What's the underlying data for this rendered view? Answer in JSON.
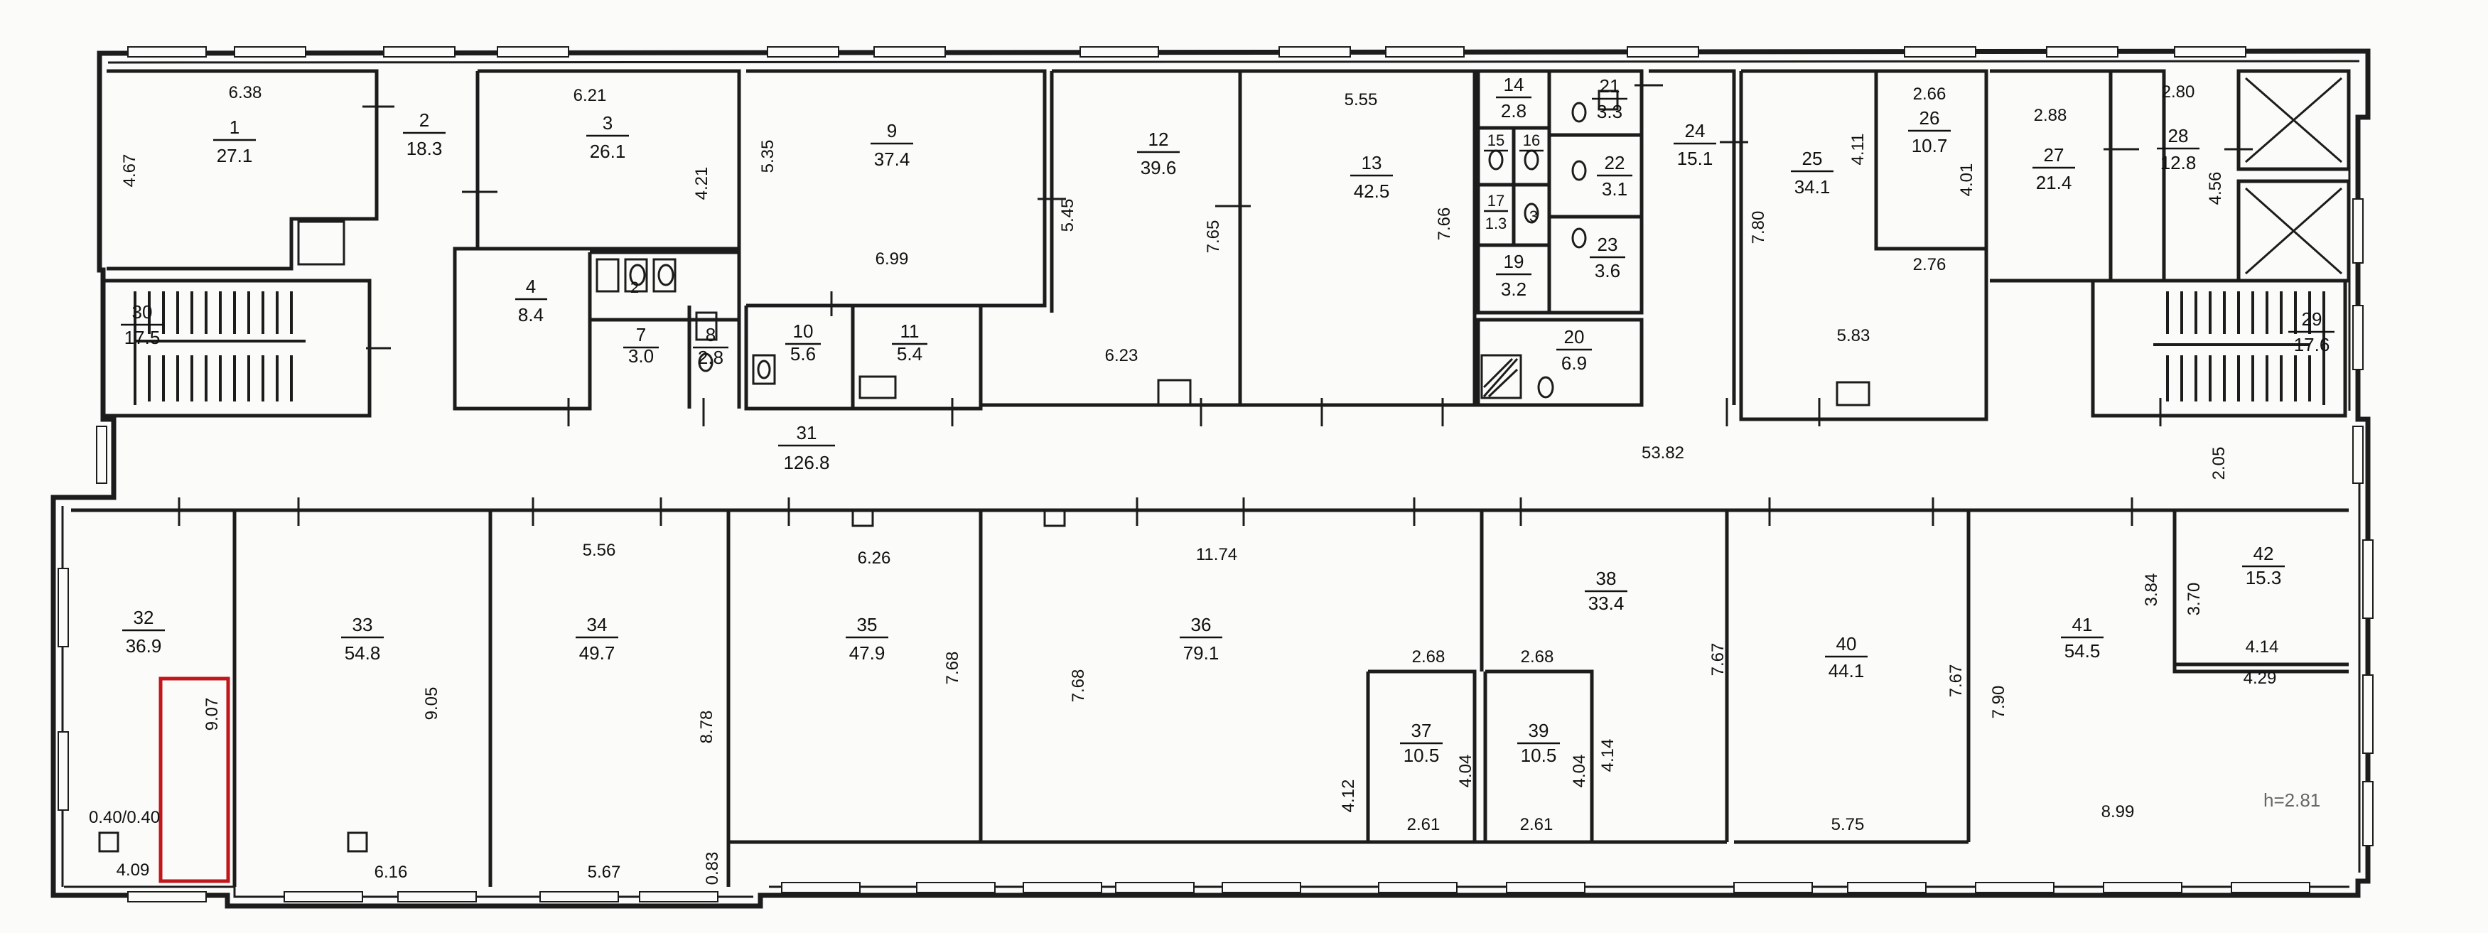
{
  "rooms": [
    {
      "id": "room-1",
      "num": "1",
      "area": "27.1"
    },
    {
      "id": "room-2",
      "num": "2",
      "area": "18.3"
    },
    {
      "id": "room-3",
      "num": "3",
      "area": "26.1"
    },
    {
      "id": "room-4",
      "num": "4",
      "area": "8.4"
    },
    {
      "id": "room-7",
      "num": "7",
      "area": "3.0"
    },
    {
      "id": "room-8",
      "num": "8",
      "area": "2.8"
    },
    {
      "id": "room-9",
      "num": "9",
      "area": "37.4"
    },
    {
      "id": "room-10",
      "num": "10",
      "area": "5.6"
    },
    {
      "id": "room-11",
      "num": "11",
      "area": "5.4"
    },
    {
      "id": "room-12",
      "num": "12",
      "area": "39.6"
    },
    {
      "id": "room-13",
      "num": "13",
      "area": "42.5"
    },
    {
      "id": "room-14",
      "num": "14",
      "area": "2.8"
    },
    {
      "id": "room-15",
      "num": "15",
      "area": ""
    },
    {
      "id": "room-16",
      "num": "16",
      "area": ""
    },
    {
      "id": "room-17",
      "num": "17",
      "area": "1.3"
    },
    {
      "id": "room-19",
      "num": "19",
      "area": "3.2"
    },
    {
      "id": "room-20",
      "num": "20",
      "area": "6.9"
    },
    {
      "id": "room-21",
      "num": "21",
      "area": "3.3"
    },
    {
      "id": "room-22",
      "num": "22",
      "area": "3.1"
    },
    {
      "id": "room-23",
      "num": "23",
      "area": "3.6"
    },
    {
      "id": "room-24",
      "num": "24",
      "area": "15.1"
    },
    {
      "id": "room-25",
      "num": "25",
      "area": "34.1"
    },
    {
      "id": "room-26",
      "num": "26",
      "area": "10.7"
    },
    {
      "id": "room-27",
      "num": "27",
      "area": "21.4"
    },
    {
      "id": "room-28",
      "num": "28",
      "area": "12.8"
    },
    {
      "id": "room-29",
      "num": "29",
      "area": "17.6"
    },
    {
      "id": "room-30",
      "num": "30",
      "area": "17.5"
    },
    {
      "id": "room-31",
      "num": "31",
      "area": "126.8"
    },
    {
      "id": "room-32",
      "num": "32",
      "area": "36.9"
    },
    {
      "id": "room-33",
      "num": "33",
      "area": "54.8"
    },
    {
      "id": "room-34",
      "num": "34",
      "area": "49.7"
    },
    {
      "id": "room-35",
      "num": "35",
      "area": "47.9"
    },
    {
      "id": "room-36",
      "num": "36",
      "area": "79.1"
    },
    {
      "id": "room-37",
      "num": "37",
      "area": "10.5"
    },
    {
      "id": "room-38",
      "num": "38",
      "area": "33.4"
    },
    {
      "id": "room-39",
      "num": "39",
      "area": "10.5"
    },
    {
      "id": "room-40",
      "num": "40",
      "area": "44.1"
    },
    {
      "id": "room-41",
      "num": "41",
      "area": "54.5"
    },
    {
      "id": "room-42",
      "num": "42",
      "area": "15.3"
    }
  ],
  "small_labels": {
    "r5_6": "2",
    "r18": "3",
    "r15_sub": "",
    "r16_sub": ""
  },
  "dims": [
    {
      "id": "d1",
      "text": "6.38"
    },
    {
      "id": "d2",
      "text": "4.67"
    },
    {
      "id": "d3",
      "text": "6.21"
    },
    {
      "id": "d4",
      "text": "4.21"
    },
    {
      "id": "d5",
      "text": "5.35"
    },
    {
      "id": "d6",
      "text": "6.99"
    },
    {
      "id": "d7",
      "text": "5.45"
    },
    {
      "id": "d8",
      "text": "7.65"
    },
    {
      "id": "d9",
      "text": "6.23"
    },
    {
      "id": "d10",
      "text": "5.55"
    },
    {
      "id": "d11",
      "text": "7.66"
    },
    {
      "id": "d12",
      "text": "7.80"
    },
    {
      "id": "d13",
      "text": "4.11"
    },
    {
      "id": "d14",
      "text": "2.66"
    },
    {
      "id": "d15",
      "text": "4.01"
    },
    {
      "id": "d16",
      "text": "2.76"
    },
    {
      "id": "d17",
      "text": "5.83"
    },
    {
      "id": "d18",
      "text": "2.88"
    },
    {
      "id": "d19",
      "text": "2.80"
    },
    {
      "id": "d20",
      "text": "4.56"
    },
    {
      "id": "d21",
      "text": "53.82"
    },
    {
      "id": "d22",
      "text": "2.05"
    },
    {
      "id": "d23",
      "text": "9.07"
    },
    {
      "id": "d24",
      "text": "0.40/0.40"
    },
    {
      "id": "d25",
      "text": "4.09"
    },
    {
      "id": "d26",
      "text": "9.05"
    },
    {
      "id": "d27",
      "text": "6.16"
    },
    {
      "id": "d28",
      "text": "5.56"
    },
    {
      "id": "d29",
      "text": "8.78"
    },
    {
      "id": "d30",
      "text": "5.67"
    },
    {
      "id": "d31",
      "text": "0.83"
    },
    {
      "id": "d32",
      "text": "6.26"
    },
    {
      "id": "d33",
      "text": "7.68"
    },
    {
      "id": "d34",
      "text": "11.74"
    },
    {
      "id": "d35",
      "text": "7.68"
    },
    {
      "id": "d36",
      "text": "2.68"
    },
    {
      "id": "d37",
      "text": "4.12"
    },
    {
      "id": "d38",
      "text": "4.04"
    },
    {
      "id": "d39",
      "text": "2.61"
    },
    {
      "id": "d40",
      "text": "2.68"
    },
    {
      "id": "d41",
      "text": "4.04"
    },
    {
      "id": "d42",
      "text": "4.14"
    },
    {
      "id": "d43",
      "text": "2.61"
    },
    {
      "id": "d44",
      "text": "7.67"
    },
    {
      "id": "d45",
      "text": "7.67"
    },
    {
      "id": "d46",
      "text": "5.75"
    },
    {
      "id": "d47",
      "text": "3.84"
    },
    {
      "id": "d48",
      "text": "3.70"
    },
    {
      "id": "d49",
      "text": "4.14"
    },
    {
      "id": "d50",
      "text": "4.29"
    },
    {
      "id": "d51",
      "text": "7.90"
    },
    {
      "id": "d52",
      "text": "8.99"
    }
  ],
  "height_note": "h=2.81",
  "colors": {
    "highlight": "#c0161c",
    "ink": "#1c1c1c",
    "paper": "#fbfbf9"
  }
}
